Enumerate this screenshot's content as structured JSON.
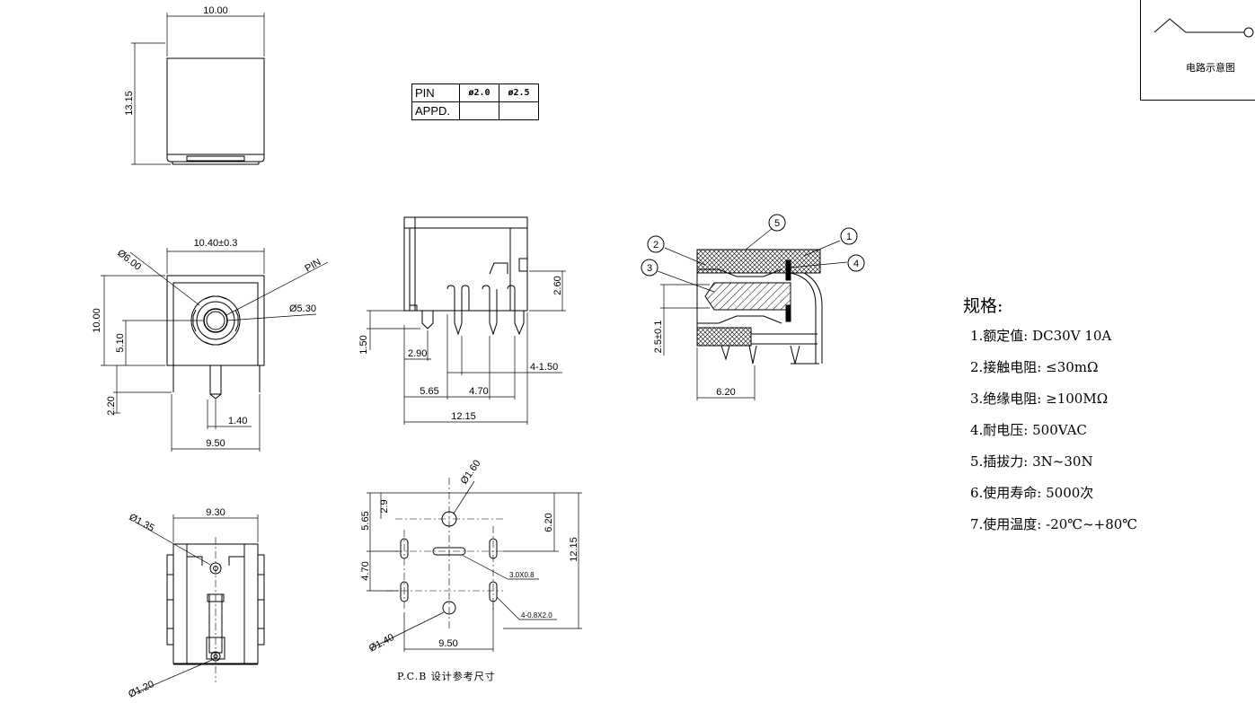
{
  "dimensions": {
    "top_width": "10.00",
    "top_height": "13.15",
    "front_width": "10.40±0.3",
    "outer_dia": "Ø6.00",
    "inner_dia": "Ø5.30",
    "pin_label": "PIN",
    "front_height": "10.00",
    "center_height": "5.10",
    "pin_len": "2.20",
    "pin_off": "1.40",
    "front_base": "9.50",
    "side_dim_260": "2.60",
    "side_dim_150": "1.50",
    "side_dim_290": "2.90",
    "side_pins": "4-1.50",
    "side_565": "5.65",
    "side_470": "4.70",
    "side_1215": "12.15",
    "bottom_width": "9.30",
    "bottom_hole1": "Ø1.35",
    "bottom_hole2": "Ø1.20",
    "section_height": "2.5±0.1",
    "section_width": "6.20",
    "pcb_hole_big": "Ø1.60",
    "pcb_29": "2.9",
    "pcb_565": "5.65",
    "pcb_620": "6.20",
    "pcb_1215": "12.15",
    "pcb_470": "4.70",
    "pcb_slot": "3.0X0.8",
    "pcb_slots4": "4-0.8X2.0",
    "pcb_hole_small": "Ø1.40",
    "pcb_950": "9.50"
  },
  "balloons": [
    "1",
    "2",
    "3",
    "4",
    "5"
  ],
  "pin_table": {
    "row1": [
      "PIN",
      "ø2.0",
      "ø2.5"
    ],
    "row2": [
      "APPD.",
      "",
      ""
    ]
  },
  "pcb_caption": "P.C.B 设计参考尺寸",
  "circuit": {
    "label": "电路示意图"
  },
  "specs": {
    "title": "规格:",
    "items": [
      "1.额定值: DC30V 10A",
      "2.接触电阻: ≤30mΩ",
      "3.绝缘电阻: ≥100MΩ",
      "4.耐电压: 500VAC",
      "5.插拔力: 3N~30N",
      "6.使用寿命: 5000次",
      "7.使用温度: -20℃~+80℃"
    ]
  }
}
